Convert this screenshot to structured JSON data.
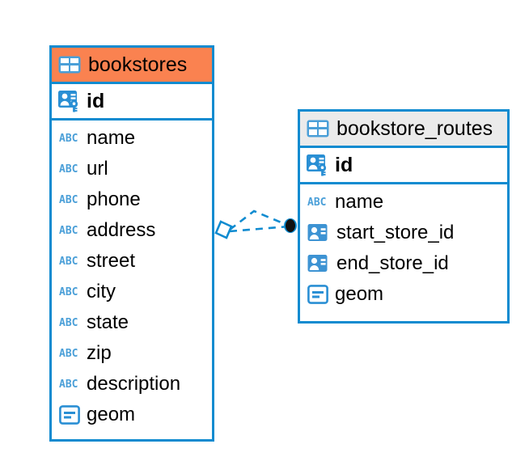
{
  "diagram": {
    "type": "entity-relationship-diagram",
    "background": "#ffffff",
    "accent_blue": "#0f8bd0",
    "accent_orange": "#fa8250",
    "accent_gray": "#ebebeb"
  },
  "entities": [
    {
      "name": "bookstores",
      "header_color": "#fa8250",
      "primary_key": {
        "label": "id",
        "icon": "primary-key-icon"
      },
      "fields": [
        {
          "label": "name",
          "icon": "abc-text-type-icon"
        },
        {
          "label": "url",
          "icon": "abc-text-type-icon"
        },
        {
          "label": "phone",
          "icon": "abc-text-type-icon"
        },
        {
          "label": "address",
          "icon": "abc-text-type-icon"
        },
        {
          "label": "street",
          "icon": "abc-text-type-icon"
        },
        {
          "label": "city",
          "icon": "abc-text-type-icon"
        },
        {
          "label": "state",
          "icon": "abc-text-type-icon"
        },
        {
          "label": "zip",
          "icon": "abc-text-type-icon"
        },
        {
          "label": "description",
          "icon": "abc-text-type-icon"
        },
        {
          "label": "geom",
          "icon": "geometry-type-icon"
        }
      ]
    },
    {
      "name": "bookstore_routes",
      "header_color": "#ebebeb",
      "primary_key": {
        "label": "id",
        "icon": "primary-key-icon"
      },
      "fields": [
        {
          "label": "name",
          "icon": "abc-text-type-icon"
        },
        {
          "label": "start_store_id",
          "icon": "foreign-key-icon"
        },
        {
          "label": "end_store_id",
          "icon": "foreign-key-icon"
        },
        {
          "label": "geom",
          "icon": "geometry-type-icon"
        }
      ]
    }
  ],
  "relationship": {
    "from": "bookstores",
    "to": "bookstore_routes",
    "source_marker": "diamond-crows-foot-marker",
    "target_marker": "filled-circle-marker",
    "line_style": "dashed",
    "line_color": "#0f8bd0"
  },
  "icons": {
    "table_icon": "table-grid-icon",
    "abc_text": "ABC"
  }
}
